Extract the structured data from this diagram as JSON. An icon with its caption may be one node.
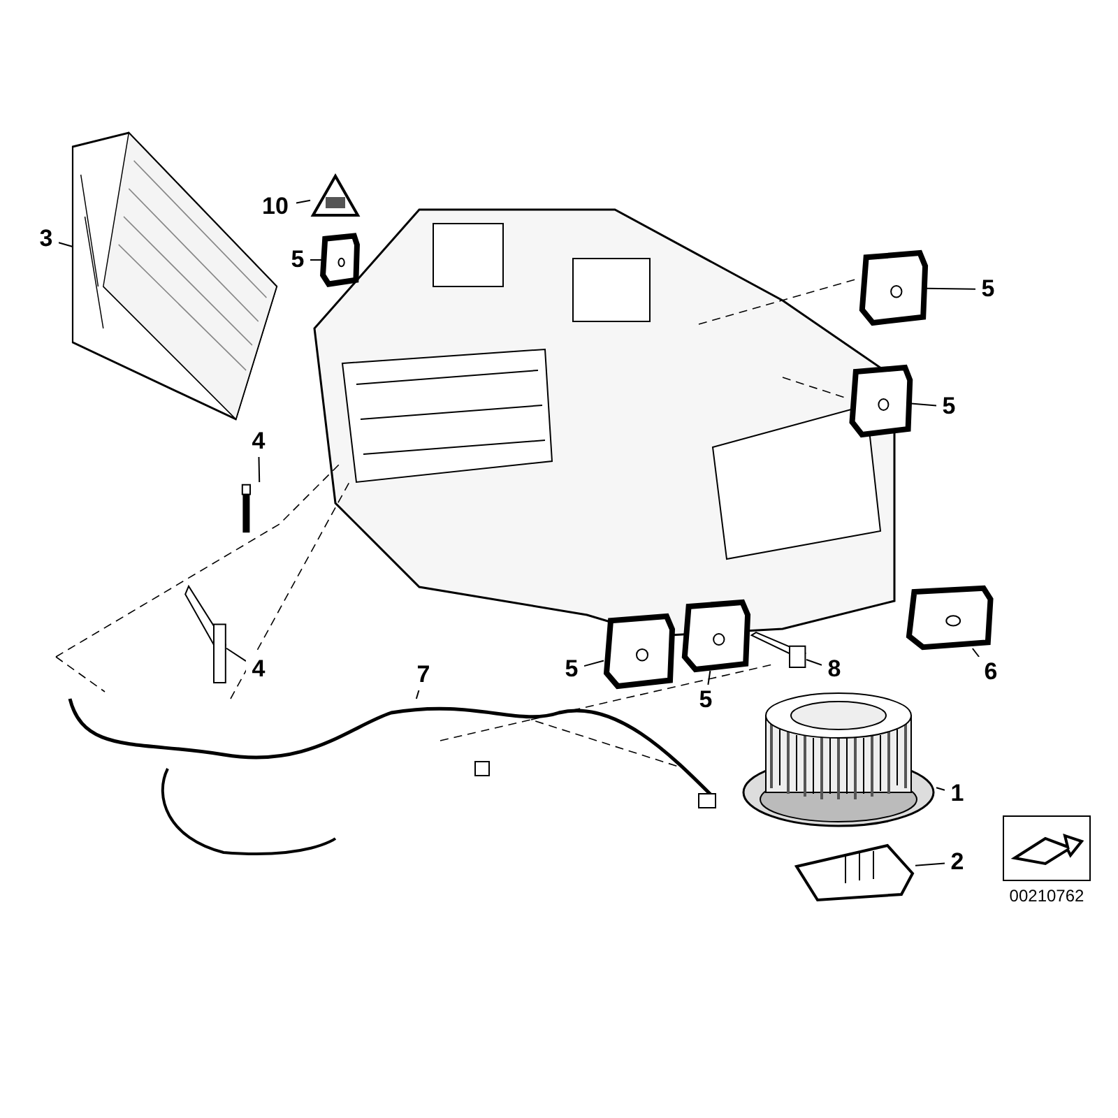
{
  "diagram": {
    "nodes": [
      {
        "text": [
          "10"
        ]
      },
      {
        "text": [],
        "shape": "picture"
      },
      {
        "text": [
          "3"
        ]
      },
      {
        "text": [],
        "shape": "picture"
      },
      {
        "text": [
          "5"
        ]
      },
      {
        "text": [],
        "shape": "picture"
      },
      {
        "text": [
          "5"
        ]
      },
      {
        "text": [],
        "shape": "picture"
      },
      {
        "text": [
          "5"
        ]
      },
      {
        "text": [],
        "shape": "picture"
      },
      {
        "text": [
          "4"
        ]
      },
      {
        "text": [],
        "shape": "picture"
      },
      {
        "text": [
          "6"
        ]
      },
      {
        "text": [],
        "shape": "picture"
      },
      {
        "text": [
          "5"
        ]
      },
      {
        "text": [],
        "shape": "picture"
      },
      {
        "text": [
          "4"
        ]
      },
      {
        "text": [],
        "shape": "picture"
      },
      {
        "text": [
          "8"
        ]
      },
      {
        "text": [],
        "shape": "picture"
      },
      {
        "text": [
          "5"
        ]
      },
      {
        "text": [],
        "shape": "picture"
      },
      {
        "text": [
          "7"
        ]
      },
      {
        "text": [],
        "shape": "picture"
      },
      {
        "text": [
          "1"
        ]
      },
      {
        "text": [],
        "shape": "picture"
      },
      {
        "text": [
          "2"
        ]
      },
      {
        "text": [],
        "shape": "picture"
      }
    ],
    "edges": [
      {
        "from": 0,
        "to": 1,
        "arrow": "none"
      },
      {
        "from": 2,
        "to": 3,
        "arrow": "none"
      },
      {
        "from": 4,
        "to": 5,
        "arrow": "none"
      },
      {
        "from": 6,
        "to": 7,
        "arrow": "none"
      },
      {
        "from": 8,
        "to": 9,
        "arrow": "none"
      },
      {
        "from": 10,
        "to": 11,
        "arrow": "none"
      },
      {
        "from": 12,
        "to": 13,
        "arrow": "none"
      },
      {
        "from": 14,
        "to": 15,
        "arrow": "none"
      },
      {
        "from": 16,
        "to": 17,
        "arrow": "none"
      },
      {
        "from": 18,
        "to": 19,
        "arrow": "none"
      },
      {
        "from": 20,
        "to": 21,
        "arrow": "none"
      },
      {
        "from": 22,
        "to": 23,
        "arrow": "none"
      },
      {
        "from": 24,
        "to": 25,
        "arrow": "none"
      },
      {
        "from": 26,
        "to": 27,
        "arrow": "none"
      }
    ],
    "labels": [
      "00210762"
    ]
  }
}
